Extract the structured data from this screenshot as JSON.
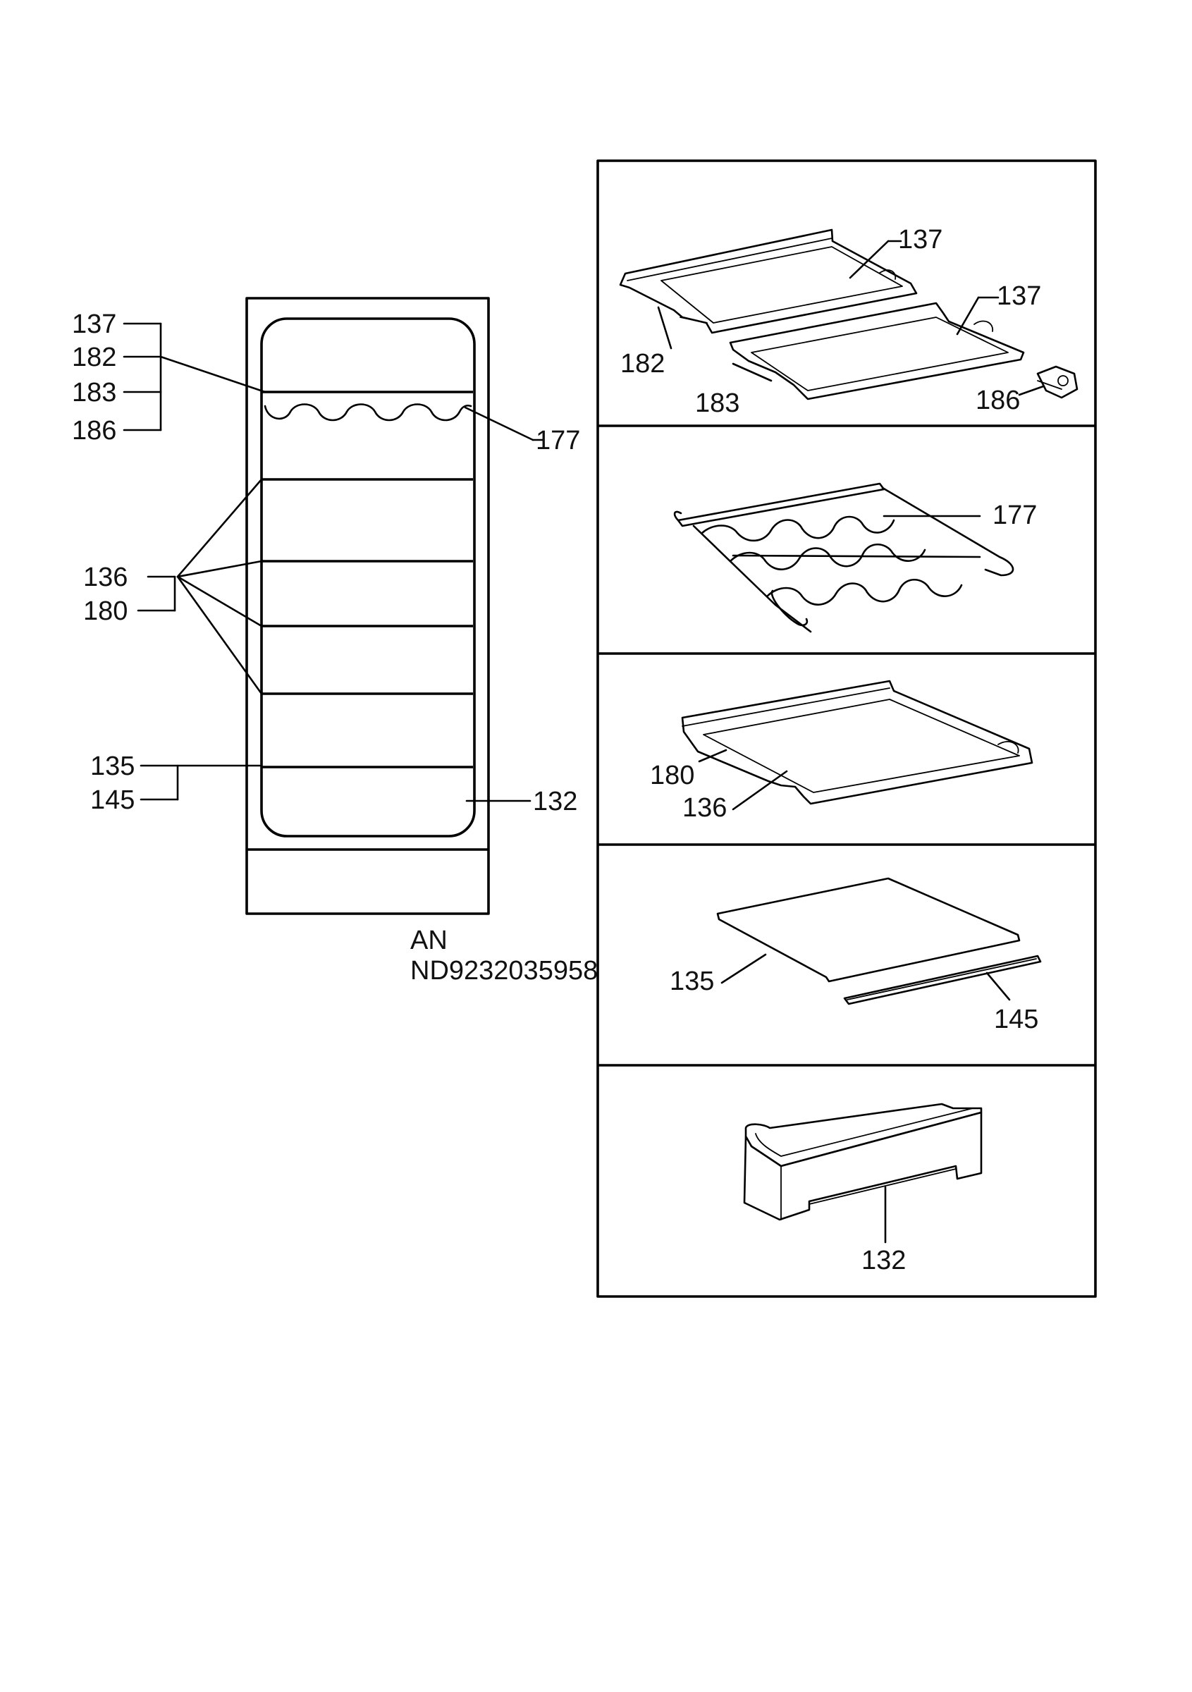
{
  "overview": {
    "caption_line1": "AN",
    "caption_line2": "ND9232035958",
    "labels": {
      "l137": "137",
      "l182": "182",
      "l183": "183",
      "l186": "186",
      "l177": "177",
      "l136": "136",
      "l180": "180",
      "l135": "135",
      "l145": "145",
      "l132": "132"
    }
  },
  "panels": [
    {
      "labels": {
        "a": "137",
        "b": "137",
        "c": "182",
        "d": "183",
        "e": "186"
      }
    },
    {
      "labels": {
        "a": "177"
      }
    },
    {
      "labels": {
        "a": "180",
        "b": "136"
      }
    },
    {
      "labels": {
        "a": "135",
        "b": "145"
      }
    },
    {
      "labels": {
        "a": "132"
      }
    }
  ]
}
